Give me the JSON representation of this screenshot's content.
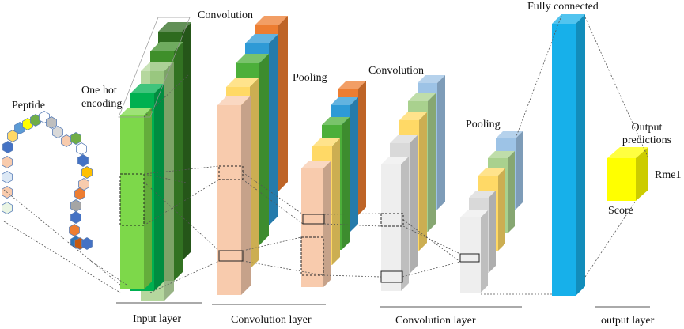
{
  "labels": {
    "peptide": "Peptide",
    "one_hot_line1": "One hot",
    "one_hot_line2": "encoding",
    "convolution1": "Convolution",
    "pooling1": "Pooling",
    "convolution2": "Convolution",
    "pooling2": "Pooling",
    "fully_connected": "Fully connected",
    "output_line1": "Output",
    "output_line2": "predictions",
    "rme1": "Rme1",
    "score": "Score"
  },
  "bottom_labels": {
    "input_layer": "Input layer",
    "conv_layer_1": "Convolution layer",
    "conv_layer_2": "Convolution layer",
    "output_layer": "output layer"
  },
  "colors": {
    "green_dark": "#2e6b1f",
    "green_mid": "#3f8f2a",
    "green_light": "#a9d18e",
    "green_bright": "#00b050",
    "green_input": "#7dd84a",
    "salmon": "#f8cbad",
    "yellow": "#ffd966",
    "green": "#4caf3a",
    "blue": "#2e9ad6",
    "orange": "#ed7d31",
    "gray": "#d9d9d9",
    "light_gray": "#eeeeee",
    "pale_green": "#a9d18e",
    "pale_blue": "#9dc3e6",
    "cyan": "#17b0ea",
    "output_yellow": "#ffff00"
  }
}
